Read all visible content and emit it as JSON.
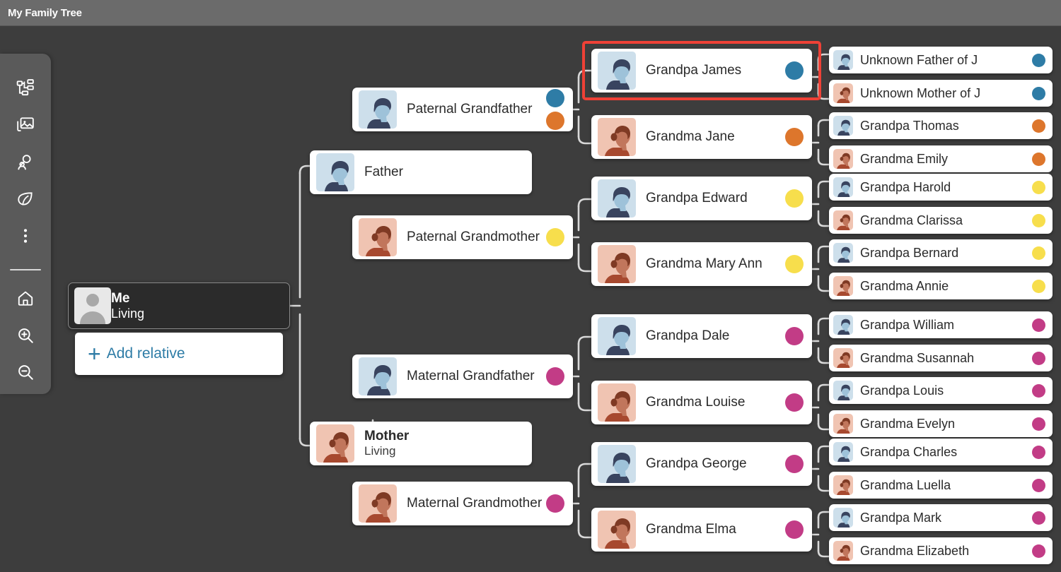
{
  "window": {
    "title": "My Family Tree"
  },
  "colors": {
    "dot_blue": "#2E7CA6",
    "dot_orange": "#DD762C",
    "dot_yellow": "#F7DE4C",
    "dot_magenta": "#C23C86",
    "highlight_ring": "#EF4136",
    "accent_link": "#2E7CA6",
    "canvas_bg": "#3D3D3D",
    "titlebar_bg": "#6B6B6B",
    "toolbar_bg": "#5A5A5A"
  },
  "toolbar": {
    "items": [
      {
        "name": "tree-view-icon",
        "label": "Tree view"
      },
      {
        "name": "photos-icon",
        "label": "Photos"
      },
      {
        "name": "person-search-icon",
        "label": "Find person"
      },
      {
        "name": "leaf-hints-icon",
        "label": "Hints"
      },
      {
        "name": "more-options-icon",
        "label": "More options"
      }
    ],
    "items_lower": [
      {
        "name": "home-icon",
        "label": "Home"
      },
      {
        "name": "zoom-in-icon",
        "label": "Zoom in"
      },
      {
        "name": "zoom-out-icon",
        "label": "Zoom out"
      }
    ]
  },
  "add_relative": {
    "label": "Add relative",
    "plus": "+"
  },
  "tree": {
    "me": {
      "name": "Me",
      "status": "Living",
      "avatar": "placeholder",
      "dots": []
    },
    "parents": [
      {
        "id": "father",
        "name": "Father",
        "status": "",
        "avatar": "male",
        "dots": [
          "#2E7CA6",
          "#DD762C",
          "#F7DE4C"
        ]
      },
      {
        "id": "mother",
        "name": "Mother",
        "status": "Living",
        "avatar": "female",
        "dots": [
          "#C23C86"
        ]
      }
    ],
    "grandparents": [
      {
        "id": "paternal-grandfather",
        "name": "Paternal Grandfather",
        "avatar": "male",
        "dots": [
          "#2E7CA6",
          "#DD762C"
        ],
        "stacked": true
      },
      {
        "id": "paternal-grandmother",
        "name": "Paternal Grandmother",
        "avatar": "female",
        "dots": [
          "#F7DE4C"
        ],
        "stacked": false
      },
      {
        "id": "maternal-grandfather",
        "name": "Maternal Grandfather",
        "avatar": "male",
        "dots": [
          "#C23C86"
        ],
        "stacked": false
      },
      {
        "id": "maternal-grandmother",
        "name": "Maternal Grandmother",
        "avatar": "female",
        "dots": [
          "#C23C86"
        ],
        "stacked": false
      }
    ],
    "great_grandparents": [
      {
        "id": "grandpa-james",
        "name": "Grandpa James",
        "avatar": "male",
        "dots": [
          "#2E7CA6"
        ],
        "highlighted": true
      },
      {
        "id": "grandma-jane",
        "name": "Grandma Jane",
        "avatar": "female",
        "dots": [
          "#DD762C"
        ],
        "highlighted": false
      },
      {
        "id": "grandpa-edward",
        "name": "Grandpa Edward",
        "avatar": "male",
        "dots": [
          "#F7DE4C"
        ],
        "highlighted": false
      },
      {
        "id": "grandma-mary-ann",
        "name": "Grandma Mary Ann",
        "avatar": "female",
        "dots": [
          "#F7DE4C"
        ],
        "highlighted": false
      },
      {
        "id": "grandpa-dale",
        "name": "Grandpa Dale",
        "avatar": "male",
        "dots": [
          "#C23C86"
        ],
        "highlighted": false
      },
      {
        "id": "grandma-louise",
        "name": "Grandma Louise",
        "avatar": "female",
        "dots": [
          "#C23C86"
        ],
        "highlighted": false
      },
      {
        "id": "grandpa-george",
        "name": "Grandpa George",
        "avatar": "male",
        "dots": [
          "#C23C86"
        ],
        "highlighted": false
      },
      {
        "id": "grandma-elma",
        "name": "Grandma Elma",
        "avatar": "female",
        "dots": [
          "#C23C86"
        ],
        "highlighted": false
      }
    ],
    "great_great_grandparents": [
      {
        "id": "unknown-father-of-j",
        "name": "Unknown Father of J",
        "avatar": "male",
        "dots": [
          "#2E7CA6"
        ]
      },
      {
        "id": "unknown-mother-of-j",
        "name": "Unknown Mother of J",
        "avatar": "female",
        "dots": [
          "#2E7CA6"
        ]
      },
      {
        "id": "grandpa-thomas",
        "name": "Grandpa Thomas",
        "avatar": "male",
        "dots": [
          "#DD762C"
        ]
      },
      {
        "id": "grandma-emily",
        "name": "Grandma Emily",
        "avatar": "female",
        "dots": [
          "#DD762C"
        ]
      },
      {
        "id": "grandpa-harold",
        "name": "Grandpa Harold",
        "avatar": "male",
        "dots": [
          "#F7DE4C"
        ]
      },
      {
        "id": "grandma-clarissa",
        "name": "Grandma Clarissa",
        "avatar": "female",
        "dots": [
          "#F7DE4C"
        ]
      },
      {
        "id": "grandpa-bernard",
        "name": "Grandpa Bernard",
        "avatar": "male",
        "dots": [
          "#F7DE4C"
        ]
      },
      {
        "id": "grandma-annie",
        "name": "Grandma Annie",
        "avatar": "female",
        "dots": [
          "#F7DE4C"
        ]
      },
      {
        "id": "grandpa-william",
        "name": "Grandpa William",
        "avatar": "male",
        "dots": [
          "#C23C86"
        ]
      },
      {
        "id": "grandma-susannah",
        "name": "Grandma Susannah",
        "avatar": "female",
        "dots": [
          "#C23C86"
        ]
      },
      {
        "id": "grandpa-louis",
        "name": "Grandpa Louis",
        "avatar": "male",
        "dots": [
          "#C23C86"
        ]
      },
      {
        "id": "grandma-evelyn",
        "name": "Grandma Evelyn",
        "avatar": "female",
        "dots": [
          "#C23C86"
        ]
      },
      {
        "id": "grandpa-charles",
        "name": "Grandpa Charles",
        "avatar": "male",
        "dots": [
          "#C23C86"
        ]
      },
      {
        "id": "grandma-luella",
        "name": "Grandma Luella",
        "avatar": "female",
        "dots": [
          "#C23C86"
        ]
      },
      {
        "id": "grandpa-mark",
        "name": "Grandpa Mark",
        "avatar": "male",
        "dots": [
          "#C23C86"
        ]
      },
      {
        "id": "grandma-elizabeth",
        "name": "Grandma Elizabeth",
        "avatar": "female",
        "dots": [
          "#C23C86"
        ]
      }
    ]
  }
}
